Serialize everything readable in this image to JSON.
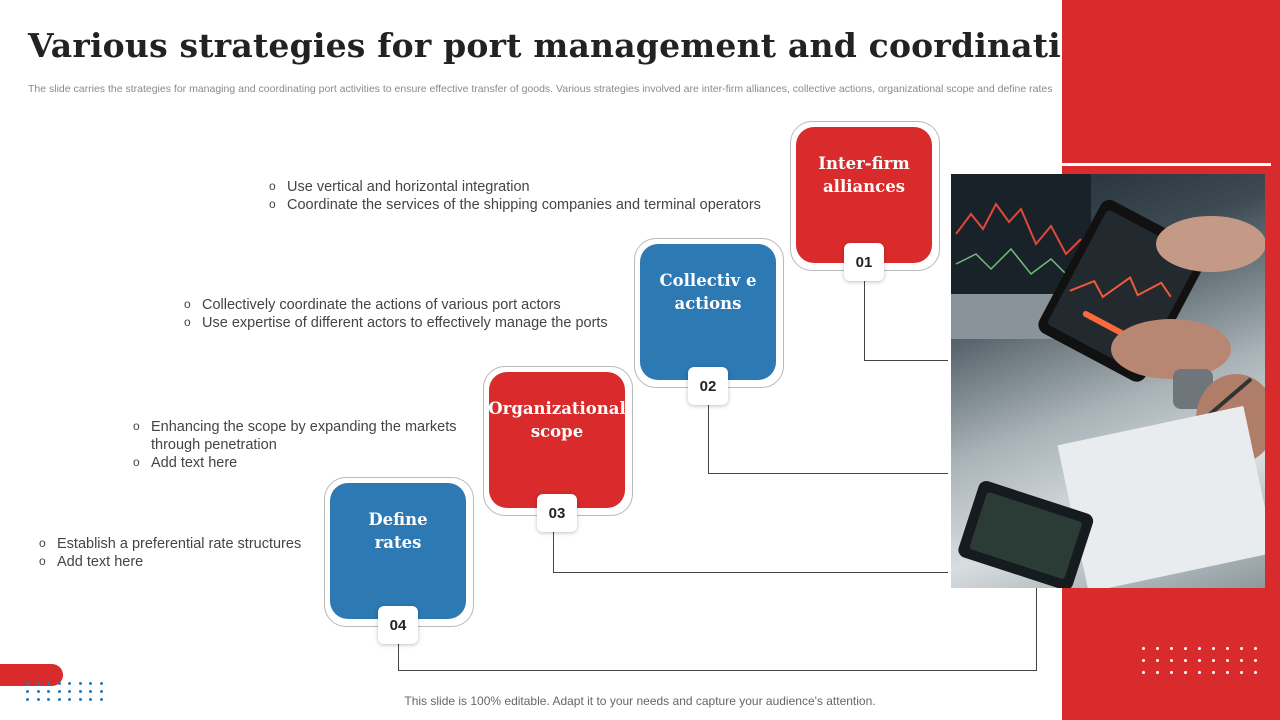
{
  "slide": {
    "title": "Various strategies for port management and coordination",
    "subtitle": "The slide carries the strategies for managing and coordinating port activities to ensure effective transfer of goods. Various strategies involved are inter-firm alliances, collective actions, organizational scope and define rates",
    "footer": "This slide is 100% editable. Adapt it to your needs and capture your audience's attention."
  },
  "steps": [
    {
      "number": "01",
      "label": "Inter-firm alliances",
      "color": "red",
      "bullets": [
        "Use vertical and horizontal integration",
        "Coordinate the services of the shipping companies and terminal operators"
      ]
    },
    {
      "number": "02",
      "label": "Collectiv e actions",
      "color": "blue",
      "bullets": [
        "Collectively coordinate the actions of various port actors",
        "Use expertise of different actors to effectively manage the ports"
      ]
    },
    {
      "number": "03",
      "label": "Organizational scope",
      "color": "red",
      "bullets": [
        "Enhancing the scope by expanding the markets through penetration",
        "Add text here"
      ]
    },
    {
      "number": "04",
      "label": "Define rates",
      "color": "blue",
      "bullets": [
        "Establish a preferential rate structures",
        "Add text here"
      ]
    }
  ],
  "colors": {
    "accent_red": "#d92b2b",
    "accent_blue": "#2d79b3"
  }
}
